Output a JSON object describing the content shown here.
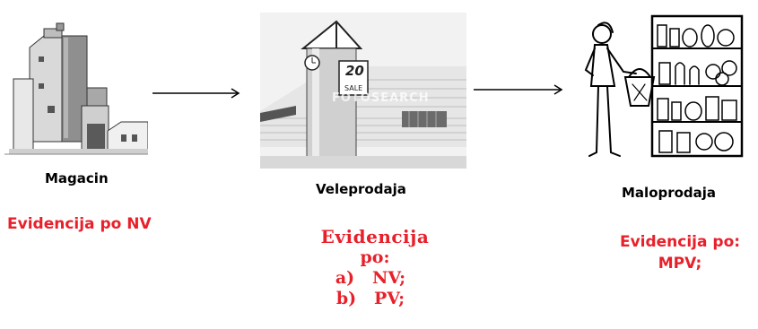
{
  "stages": [
    {
      "label": "Magacin",
      "icon": "warehouse-illustration",
      "evidence": "Evidencija po NV"
    },
    {
      "label": "Veleprodaja",
      "icon": "wholesale-store-illustration",
      "evidence_title": "Evidencija",
      "evidence_sub": "po:",
      "evidence_items": [
        "a)   NV;",
        "b)   PV;"
      ],
      "sign_text": "20",
      "sign_sub": "SALE",
      "watermark": "FOTOSEARCH"
    },
    {
      "label": "Maloprodaja",
      "icon": "retail-shopper-illustration",
      "evidence_line1": "Evidencija po:",
      "evidence_line2": "MPV;"
    }
  ],
  "colors": {
    "accent_red": "#e8202a",
    "text": "#000000"
  }
}
